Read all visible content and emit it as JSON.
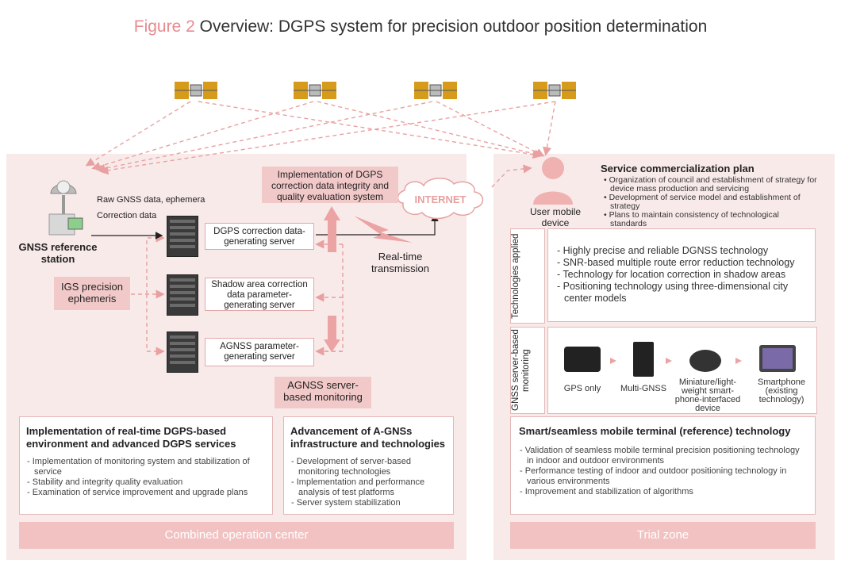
{
  "title": {
    "figure": "Figure 2",
    "text": "Overview: DGPS system for precision outdoor position determination"
  },
  "left": {
    "station_label": "GNSS reference station",
    "station_bullets": [
      "Raw GNSS data, ephemera",
      "Correction data"
    ],
    "igs_label": "IGS precision ephemeris",
    "servers": [
      "DGPS correction data-generating server",
      "Shadow area correction data parameter-generating server",
      "AGNSS parameter-generating server"
    ],
    "integrity_label": "Implementation of DGPS correction data integrity and quality evaluation system",
    "agnss_monitor_label": "AGNSS server-based monitoring",
    "realtime_label": "Real-time transmission",
    "internet_label": "INTERNET",
    "box1": {
      "title": "Implementation of real-time DGPS-based environment and advanced DGPS services",
      "items": [
        "Implementation of monitoring system and stabilization of service",
        "Stability and integrity quality evaluation",
        "Examination of service improvement and upgrade plans"
      ]
    },
    "box2": {
      "title": "Advancement of A-GNSs infrastructure and technologies",
      "items": [
        "Development of server-based monitoring technologies",
        "Implementation and performance analysis of test platforms",
        "Server system stabilization"
      ]
    },
    "footer": "Combined operation center"
  },
  "right": {
    "user_label": "User mobile device",
    "plan_title": "Service commercialization plan",
    "plan_items": [
      "Organization of council and establishment of strategy for device mass production and servicing",
      "Development of service model and establishment of strategy",
      "Plans to maintain consistency of technological standards"
    ],
    "tech_label": "Technologies applied",
    "tech_items": [
      "Highly precise and reliable DGNSS technology",
      "SNR-based multiple route error reduction technology",
      "Technology for location correction in shadow areas",
      "Positioning technology using three-dimensional city center models"
    ],
    "monitor_label": "GNSS server-based monitoring",
    "devices": [
      "GPS only",
      "Multi-GNSS",
      "Miniature/light-weight smart-phone-interfaced device",
      "Smartphone (existing technology)"
    ],
    "smart_box": {
      "title": "Smart/seamless mobile terminal (reference) technology",
      "items": [
        "Validation of seamless mobile terminal precision positioning technology in indoor and outdoor environments",
        "Performance testing of indoor and outdoor positioning technology in various environments",
        "Improvement and stabilization of algorithms"
      ]
    },
    "footer": "Trial zone"
  },
  "colors": {
    "accent": "#e98a8f",
    "panel": "#f9eaea",
    "footer": "#f2c2c2",
    "arrow": "#e8a0a0"
  }
}
